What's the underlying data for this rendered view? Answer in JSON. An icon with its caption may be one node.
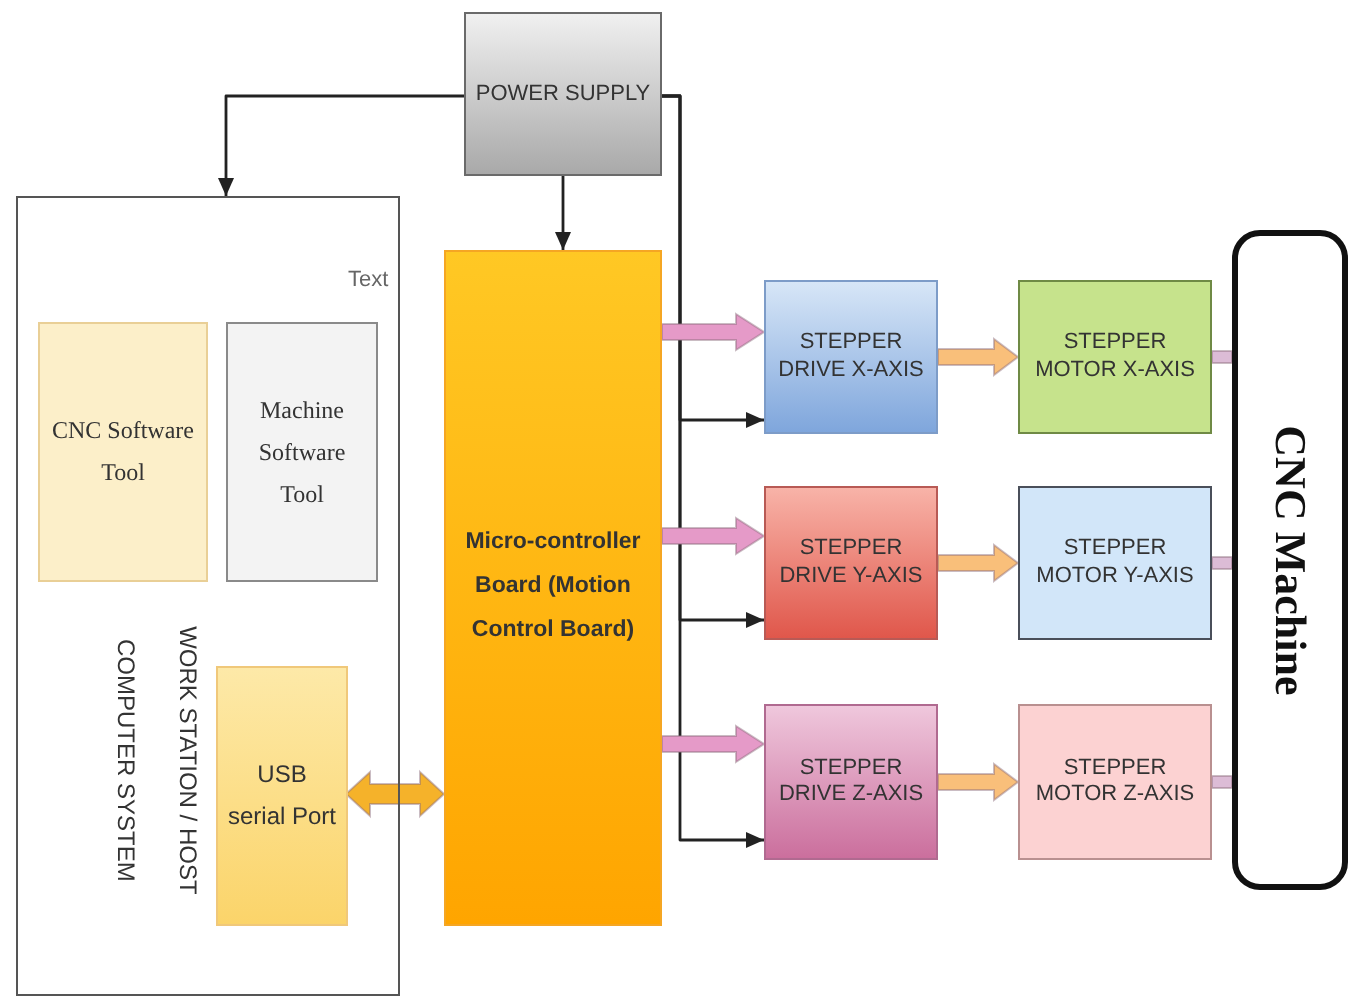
{
  "diagram": {
    "nodes": [
      {
        "text": [
          "POWER SUPPLY"
        ]
      },
      {
        "text": [
          "WORK STATION / HOST COMPUTER SYSTEM"
        ]
      },
      {
        "text": [
          "CNC Software Tool"
        ],
        "in": 1
      },
      {
        "text": [
          "Machine Software Tool"
        ],
        "in": 1
      },
      {
        "text": [
          "USB serial Port"
        ],
        "in": 1
      },
      {
        "text": [
          "Micro-controller Board (Motion Control Board)"
        ]
      },
      {
        "text": [
          "STEPPER DRIVE X-AXIS"
        ]
      },
      {
        "text": [
          "STEPPER MOTOR X-AXIS"
        ]
      },
      {
        "text": [
          "STEPPER DRIVE Y-AXIS"
        ]
      },
      {
        "text": [
          "STEPPER MOTOR Y-AXIS"
        ]
      },
      {
        "text": [
          "STEPPER DRIVE Z-AXIS"
        ]
      },
      {
        "text": [
          "STEPPER MOTOR Z-AXIS"
        ]
      },
      {
        "text": [
          "CNC Machine"
        ]
      }
    ],
    "edges": [
      {
        "from": 0,
        "to": 1,
        "arrow": "to"
      },
      {
        "from": 0,
        "to": 5,
        "arrow": "to"
      },
      {
        "from": 0,
        "to": 6,
        "arrow": "to"
      },
      {
        "from": 0,
        "to": 8,
        "arrow": "to"
      },
      {
        "from": 0,
        "to": 10,
        "arrow": "to"
      },
      {
        "from": 4,
        "to": 5,
        "arrow": "both",
        "color": "#f5b22a"
      },
      {
        "from": 5,
        "to": 6,
        "arrow": "to",
        "color": "#e59ac8"
      },
      {
        "from": 5,
        "to": 8,
        "arrow": "to",
        "color": "#e59ac8"
      },
      {
        "from": 5,
        "to": 10,
        "arrow": "to",
        "color": "#e59ac8"
      },
      {
        "from": 6,
        "to": 7,
        "arrow": "to",
        "color": "#f9bf7a"
      },
      {
        "from": 8,
        "to": 9,
        "arrow": "to",
        "color": "#f9bf7a"
      },
      {
        "from": 10,
        "to": 11,
        "arrow": "to",
        "color": "#f9bf7a"
      },
      {
        "from": 7,
        "to": 12,
        "arrow": "none",
        "color": "#dcbcd6"
      },
      {
        "from": 9,
        "to": 12,
        "arrow": "none",
        "color": "#dcbcd6"
      },
      {
        "from": 11,
        "to": 12,
        "arrow": "none",
        "color": "#dcbcd6"
      }
    ],
    "labels": [
      "Text"
    ]
  }
}
